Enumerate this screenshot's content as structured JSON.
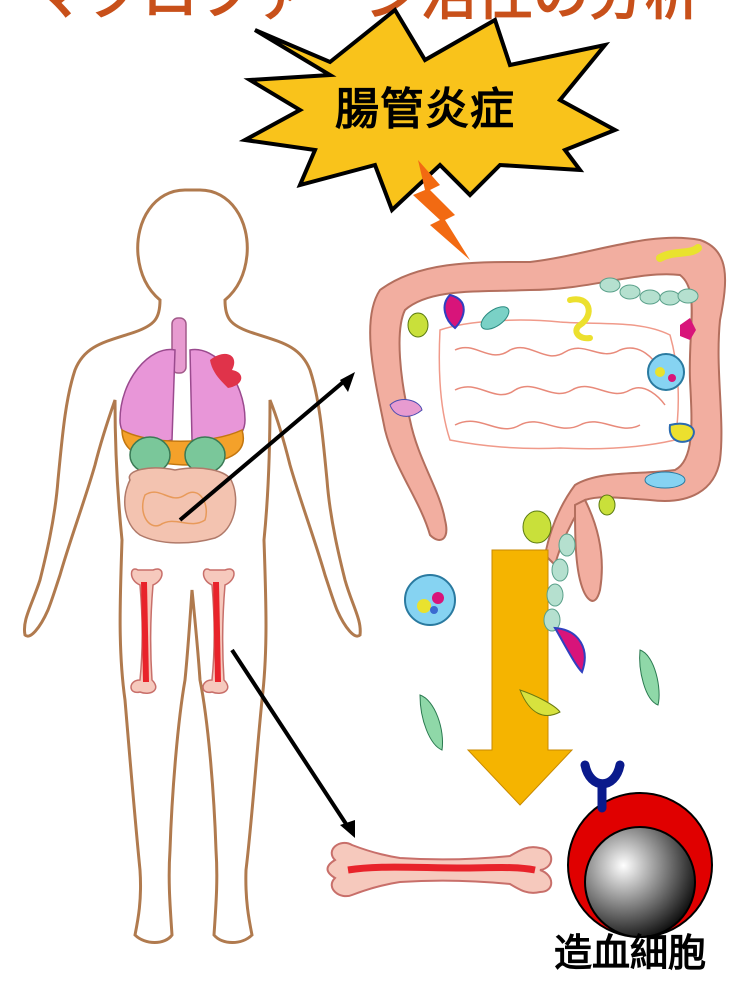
{
  "header": {
    "partial_title": "マクロファージ活性の分析"
  },
  "burst": {
    "label": "腸管炎症",
    "fill": "#f9c31b",
    "stroke": "#000000"
  },
  "cell": {
    "label": "造血細胞",
    "ring_color": "#e00000",
    "receptor_color": "#0a1a8c"
  },
  "colors": {
    "skin": "#f2b8a8",
    "bone": "#e8232a",
    "arrow": "#f5b400",
    "lightning": "#f26a12"
  }
}
